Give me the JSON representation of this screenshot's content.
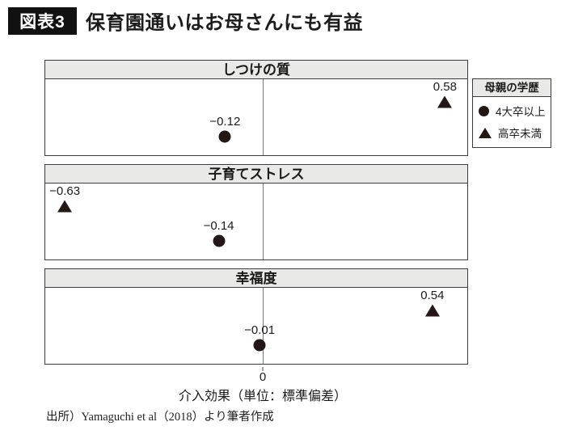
{
  "header": {
    "badge": "図表3",
    "title": "保育園通いはお母さんにも有益"
  },
  "legend": {
    "title": "母親の学歴",
    "items": [
      {
        "marker": "circle",
        "label": "4大卒以上"
      },
      {
        "marker": "triangle",
        "label": "高卒未満"
      }
    ]
  },
  "axis": {
    "zero_label": "0",
    "label": "介入効果（単位：標準偏差）"
  },
  "source": "出所）Yamaguchi et al（2018）より筆者作成",
  "colors": {
    "marker": "#231815",
    "panel_header_bg": "#e9e9e7",
    "border": "#3c3c3c",
    "badge_bg": "#111111",
    "zero_line": "#7a7a7a"
  },
  "chart_data": {
    "type": "scatter",
    "orientation": "horizontal-dot-plot",
    "xlabel": "介入効果（単位：標準偏差）",
    "xlim": [
      -0.692,
      0.651
    ],
    "x_ticks": [
      0
    ],
    "grid": "zero-line-only",
    "legend_position": "right-top",
    "series_names": [
      "4大卒以上",
      "高卒未満"
    ],
    "panels": [
      {
        "title": "しつけの質",
        "points": [
          {
            "series": "4大卒以上",
            "marker": "circle",
            "value": -0.12,
            "label": "−0.12"
          },
          {
            "series": "高卒未満",
            "marker": "triangle",
            "value": 0.58,
            "label": "0.58"
          }
        ]
      },
      {
        "title": "子育てストレス",
        "points": [
          {
            "series": "4大卒以上",
            "marker": "circle",
            "value": -0.14,
            "label": "−0.14"
          },
          {
            "series": "高卒未満",
            "marker": "triangle",
            "value": -0.63,
            "label": "−0.63"
          }
        ]
      },
      {
        "title": "幸福度",
        "points": [
          {
            "series": "4大卒以上",
            "marker": "circle",
            "value": -0.01,
            "label": "−0.01"
          },
          {
            "series": "高卒未満",
            "marker": "triangle",
            "value": 0.54,
            "label": "0.54"
          }
        ]
      }
    ]
  }
}
